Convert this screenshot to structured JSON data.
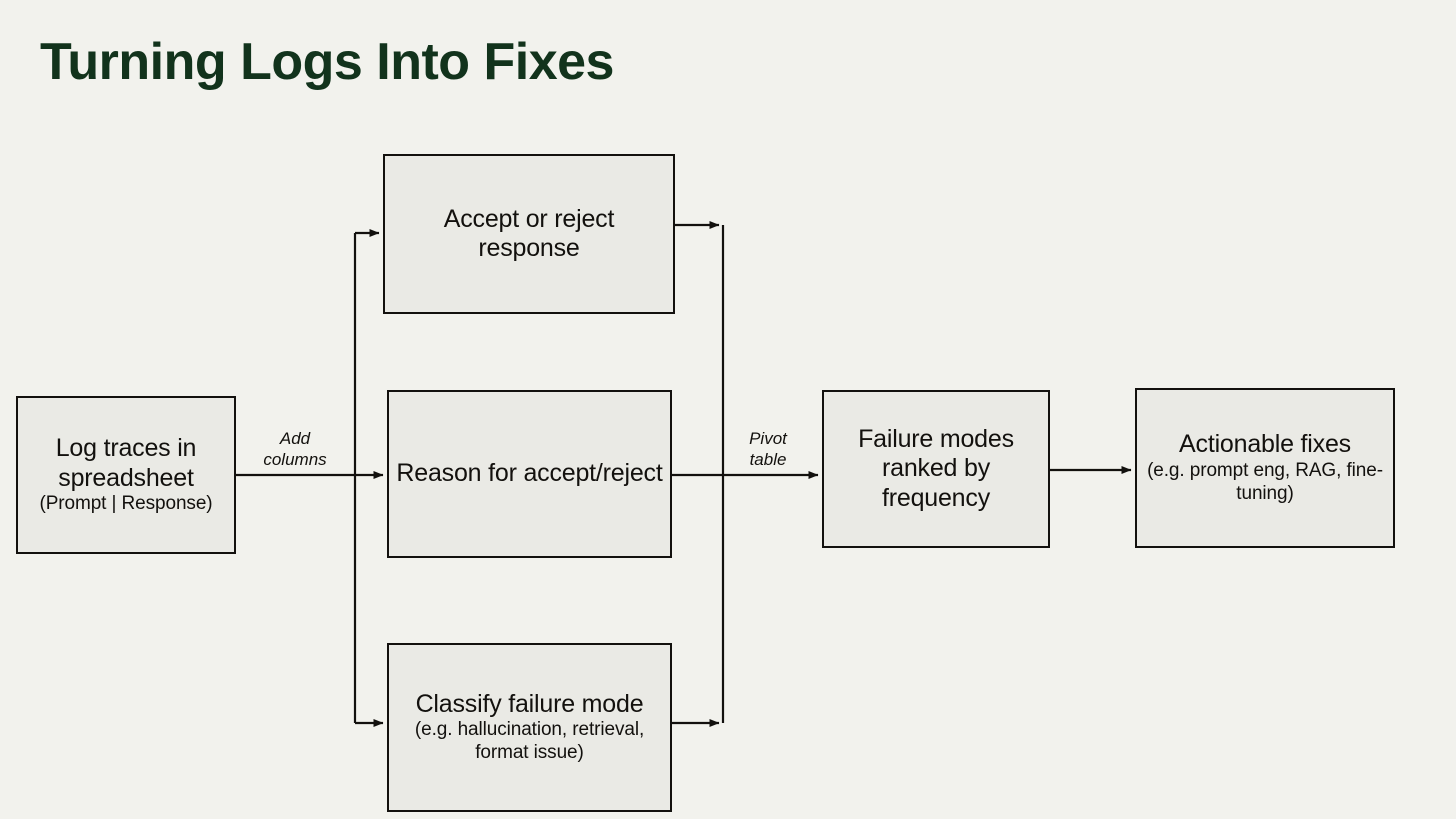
{
  "page": {
    "title": "Turning Logs Into Fixes",
    "background_color": "#f2f2ed",
    "title_color": "#12331c",
    "node_fill_color": "#eaeae5",
    "node_border_color": "#13110e"
  },
  "diagram": {
    "type": "flowchart",
    "direction": "left-to-right",
    "nodes": [
      {
        "id": "log-traces",
        "main": "Log traces in spreadsheet",
        "sub": "(Prompt | Response)"
      },
      {
        "id": "accept-reject",
        "main": "Accept or reject response",
        "sub": ""
      },
      {
        "id": "reason",
        "main": "Reason for accept/reject",
        "sub": ""
      },
      {
        "id": "classify-failure",
        "main": "Classify failure mode",
        "sub": "(e.g. hallucination, retrieval, format issue)"
      },
      {
        "id": "failure-modes",
        "main": "Failure modes ranked by frequency",
        "sub": ""
      },
      {
        "id": "actionable-fixes",
        "main": "Actionable fixes",
        "sub": "(e.g. prompt eng, RAG, fine-tuning)"
      }
    ],
    "edge_labels": {
      "add_columns": "Add\ncolumns",
      "pivot_table": "Pivot\ntable"
    },
    "edges": [
      {
        "from": "log-traces",
        "to": "accept-reject",
        "label": "Add columns"
      },
      {
        "from": "log-traces",
        "to": "reason",
        "label": "Add columns"
      },
      {
        "from": "log-traces",
        "to": "classify-failure",
        "label": "Add columns"
      },
      {
        "from": "accept-reject",
        "to": "failure-modes",
        "label": "Pivot table"
      },
      {
        "from": "reason",
        "to": "failure-modes",
        "label": "Pivot table"
      },
      {
        "from": "classify-failure",
        "to": "failure-modes",
        "label": "Pivot table"
      },
      {
        "from": "failure-modes",
        "to": "actionable-fixes",
        "label": ""
      }
    ]
  }
}
